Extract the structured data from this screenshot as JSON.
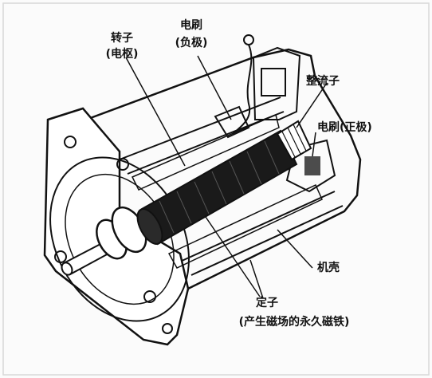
{
  "labels": {
    "rotor": "转子",
    "rotor_sub": "(电枢)",
    "brush_neg": "电刷",
    "brush_neg_sub": "(负极)",
    "commutator": "整流子",
    "brush_pos": "电刷(正极)",
    "housing": "机壳",
    "stator": "定子",
    "stator_sub": "(产生磁场的永久磁铁)"
  },
  "colors": {
    "ink": "#111111",
    "background": "#fbfbfb"
  }
}
